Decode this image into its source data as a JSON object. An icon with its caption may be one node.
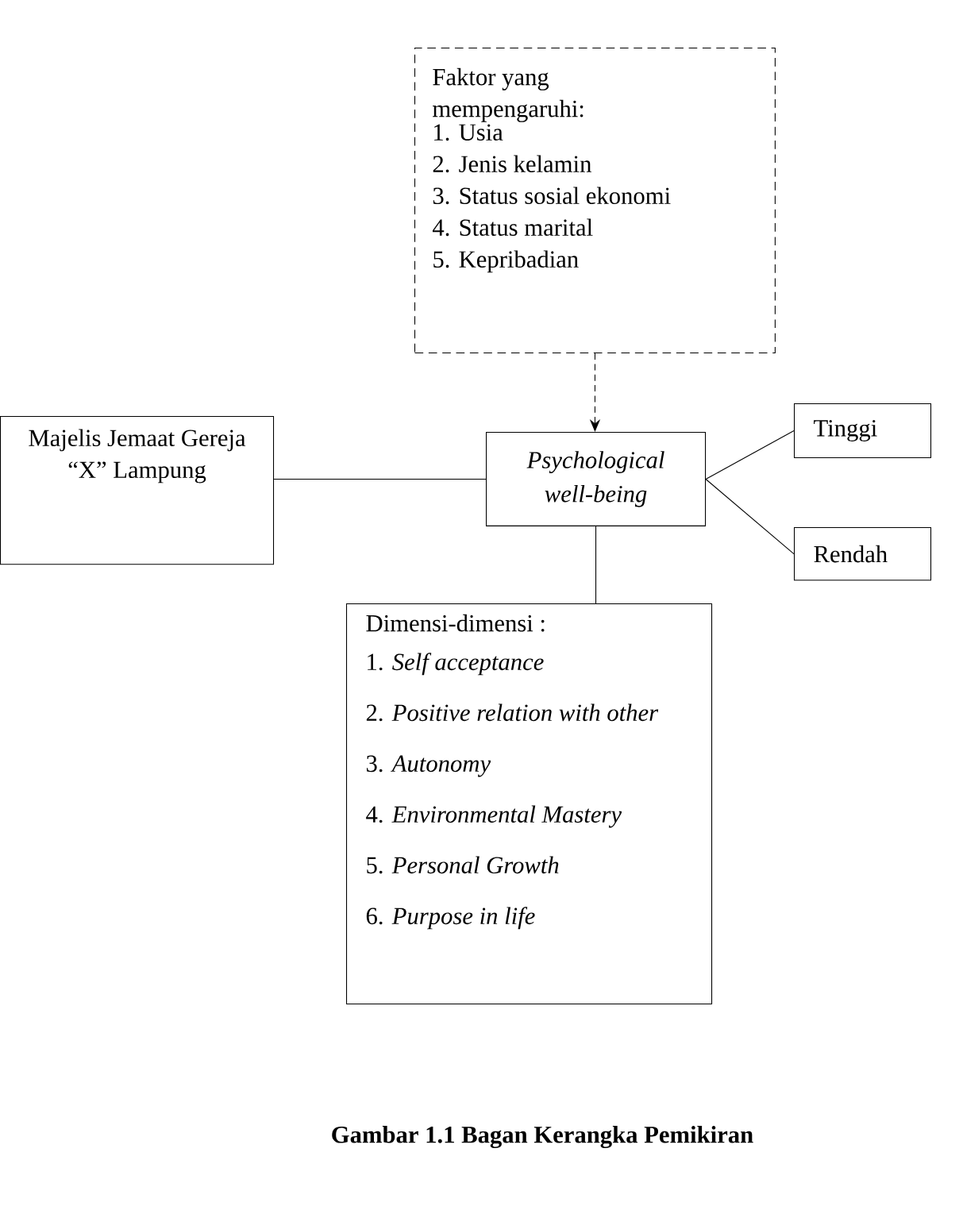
{
  "diagram": {
    "caption": "Gambar 1.1  Bagan Kerangka Pemikiran",
    "nodes": [
      {
        "text": [
          "Faktor yang mempengaruhi:",
          "1.  Usia",
          "2.  Jenis kelamin",
          "3.  Status sosial ekonomi",
          "4.  Status marital",
          "5.  Kepribadian"
        ]
      },
      {
        "text": [
          "Majelis Jemaat Gereja “X” Lampung"
        ]
      },
      {
        "text": [
          "Psychological well-being"
        ]
      },
      {
        "text": [
          "Tinggi"
        ]
      },
      {
        "text": [
          "Rendah"
        ]
      },
      {
        "text": [
          "Dimensi-dimensi :",
          "1.   *Self acceptance*",
          "2.   *Positive relation with other*",
          "3.   *Autonomy*",
          "4.   *Environmental Mastery*",
          "5.   *Personal Growth*",
          "6.   *Purpose in life*"
        ]
      }
    ],
    "edges": [
      {
        "from": 0,
        "to": 2,
        "arrow": "to",
        "style": "dashed"
      },
      {
        "from": 1,
        "to": 2,
        "arrow": "none"
      },
      {
        "from": 2,
        "to": 3,
        "arrow": "none"
      },
      {
        "from": 2,
        "to": 4,
        "arrow": "none"
      },
      {
        "from": 2,
        "to": 5,
        "arrow": "none"
      }
    ]
  }
}
